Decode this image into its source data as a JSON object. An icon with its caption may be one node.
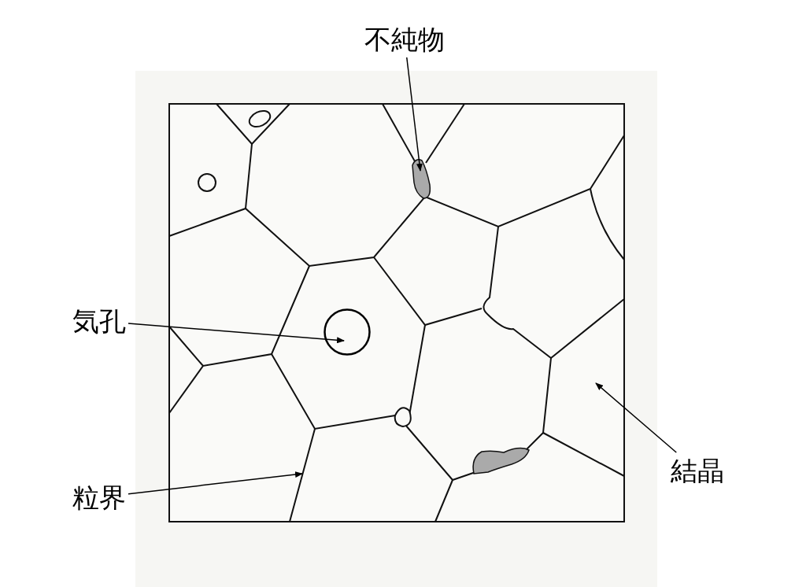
{
  "diagram": {
    "nodes": [
      {
        "text": [
          "不純物"
        ]
      },
      {
        "text": [
          "気孔"
        ]
      },
      {
        "text": [],
        "shape": "circle"
      },
      {
        "text": [
          "粒界"
        ]
      },
      {
        "text": [
          "結晶"
        ]
      }
    ],
    "edges": [
      {
        "from": 0,
        "to": null,
        "arrow": "to"
      },
      {
        "from": 1,
        "to": 2,
        "arrow": "to"
      },
      {
        "from": 3,
        "to": null,
        "arrow": "to"
      },
      {
        "from": 4,
        "to": null,
        "arrow": "to"
      }
    ]
  }
}
